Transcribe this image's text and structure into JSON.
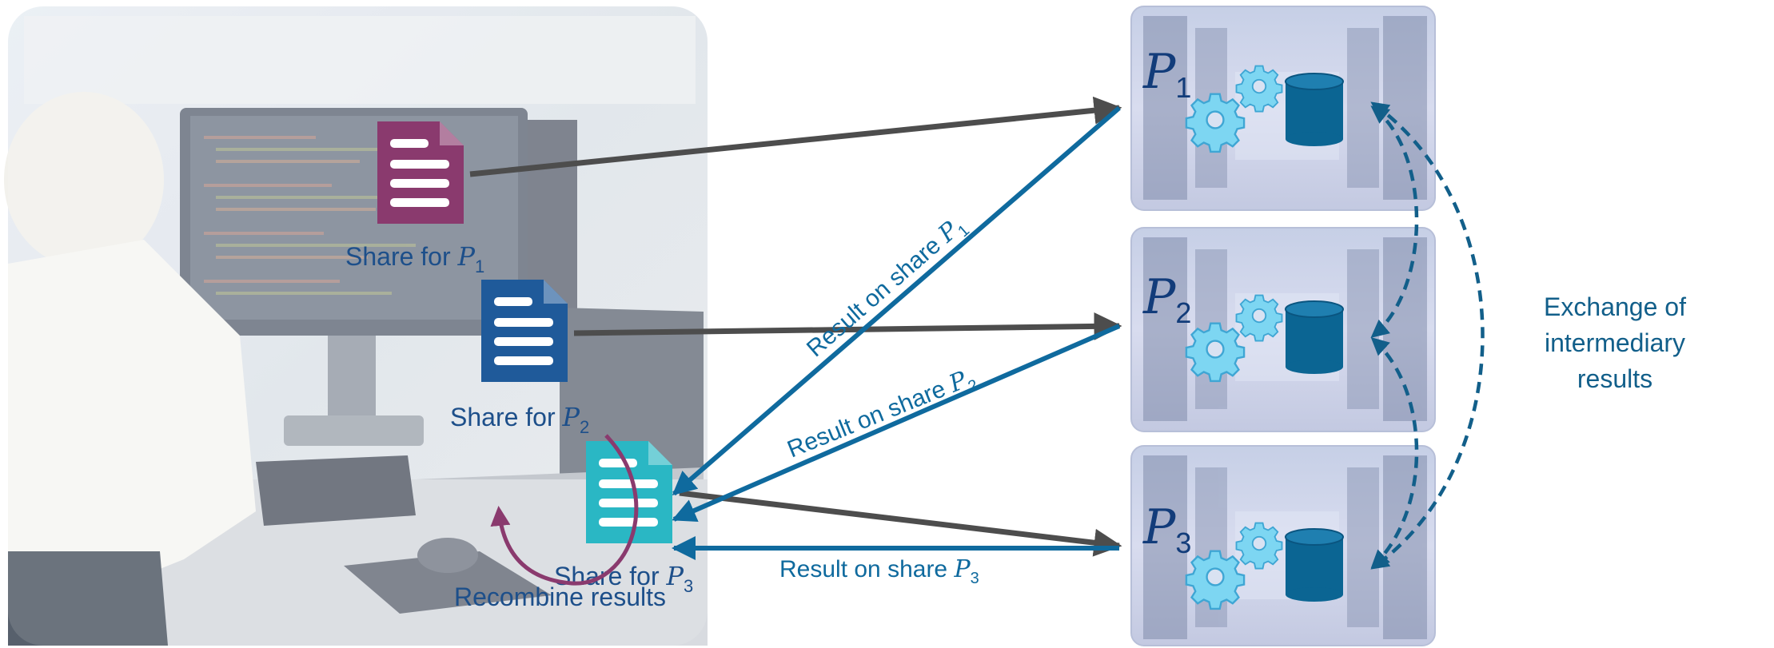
{
  "shares": [
    {
      "label": "Share for ",
      "var": "P",
      "sub": "1",
      "color": "#8a3a6e"
    },
    {
      "label": "Share for ",
      "var": "P",
      "sub": "2",
      "color": "#1f5a9a"
    },
    {
      "label": "Share for ",
      "var": "P",
      "sub": "3",
      "color": "#2ab7c4"
    }
  ],
  "recombine_label": "Recombine results",
  "servers": [
    {
      "var": "P",
      "sub": "1"
    },
    {
      "var": "P",
      "sub": "2"
    },
    {
      "var": "P",
      "sub": "3"
    }
  ],
  "results": [
    {
      "label": "Result  on share ",
      "var": "P",
      "sub": "1"
    },
    {
      "label": "Result  on share ",
      "var": "P",
      "sub": "2"
    },
    {
      "label": "Result  on share ",
      "var": "P",
      "sub": "3"
    }
  ],
  "exchange_label": [
    "Exchange of",
    "intermediary",
    "results"
  ],
  "colors": {
    "result_blue": "#0f6a9e",
    "gray_arrow": "#4d4d4d",
    "exchange_dash": "#125f8a",
    "gear": "#62c9ee",
    "db": "#0b6593",
    "server_var": "#123c7a",
    "share_text": "#1d4f8a",
    "recombine_arc": "#8a3a6e"
  }
}
